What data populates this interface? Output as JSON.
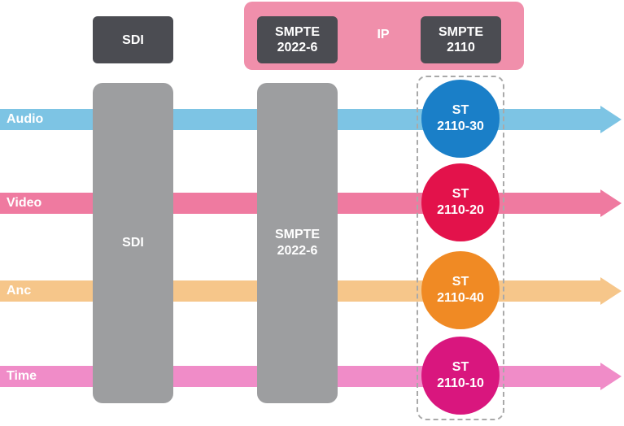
{
  "header": {
    "sdi_label": "SDI",
    "ip_label": "IP",
    "smpte_2022_label": "SMPTE\n2022-6",
    "smpte_2110_label": "SMPTE\n2110"
  },
  "columns": {
    "sdi_label": "SDI",
    "smpte_2022_label": "SMPTE\n2022-6"
  },
  "flows": [
    {
      "label": "Audio",
      "color": "#7dc4e4",
      "standard": "ST\n2110-30",
      "circle_color": "#1a7fc8"
    },
    {
      "label": "Video",
      "color": "#ef7aa0",
      "standard": "ST\n2110-20",
      "circle_color": "#e3124b"
    },
    {
      "label": "Anc",
      "color": "#f6c68a",
      "standard": "ST\n2110-40",
      "circle_color": "#f08a24"
    },
    {
      "label": "Time",
      "color": "#f08cc8",
      "standard": "ST\n2110-10",
      "circle_color": "#d9167e"
    }
  ],
  "colors": {
    "ip_band": "#f08fab",
    "dark_box": "#4b4c52",
    "gray_column": "#9d9ea0"
  }
}
